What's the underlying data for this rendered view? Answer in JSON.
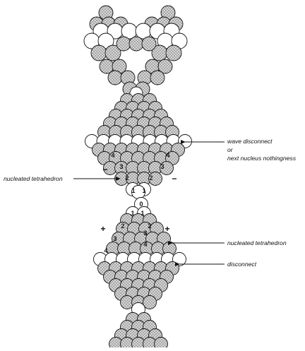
{
  "labels": {
    "wave_disconnect": "wave disconnect",
    "or": "or",
    "next_nucleus": "next nucleus nothingness",
    "nucleated_tetrahedron_left": "nucleated tetrahedron",
    "nucleated_tetrahedron_right": "nucleated tetrahedron",
    "disconnect": "disconnect"
  },
  "signs": {
    "minus": "−",
    "plus": "+"
  },
  "shell_numbers": {
    "upper": [
      "4",
      "4",
      "3",
      "3",
      "2",
      "2",
      "1",
      "1"
    ],
    "center": "0",
    "lower": [
      "1",
      "1",
      "2",
      "2",
      "3",
      "3",
      "4",
      "4"
    ]
  },
  "colors": {
    "ink": "#111111",
    "dotted_fill": "#b9b9b9",
    "white_fill": "#ffffff"
  }
}
